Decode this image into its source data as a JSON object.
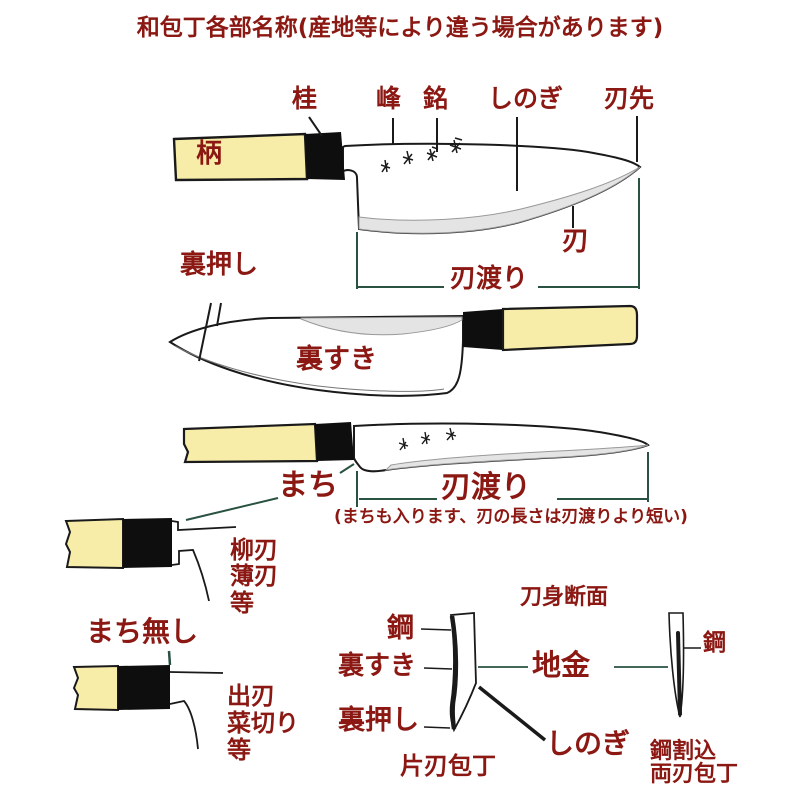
{
  "page": {
    "title": "和包丁各部名称(産地等により違う場合があります)",
    "colors": {
      "label_red": "#8b1812",
      "line_green": "#2a5240",
      "handle_yellow": "#f8eda8",
      "outline_ink": "#1a1a1a",
      "bevel_gray": "#e4e4e4"
    }
  },
  "knife_front": {
    "katsura": "桂",
    "mine": "峰",
    "mei": "銘",
    "shinogi": "しのぎ",
    "hasaki": "刃先",
    "handle": "柄",
    "ha": "刃",
    "hawatari": "刃渡り"
  },
  "knife_back": {
    "uraoshi": "裏押し",
    "urasuki": "裏すき"
  },
  "knife_machi": {
    "machi": "まち",
    "hawatari": "刃渡り",
    "note": "(まちも入ります、刃の長さは刃渡りより短い)"
  },
  "machi_detail": {
    "types": [
      "柳刃",
      "薄刃",
      "等"
    ]
  },
  "no_machi_detail": {
    "label": "まち無し",
    "types": [
      "出刃",
      "菜切り",
      "等"
    ]
  },
  "cross_section": {
    "title": "刀身断面",
    "single": {
      "hagane": "鋼",
      "urasuki": "裏すき",
      "uraoshi": "裏押し",
      "jigane": "地金",
      "shinogi": "しのぎ",
      "caption": "片刃包丁"
    },
    "double": {
      "hagane": "鋼",
      "caption1": "鋼割込",
      "caption2": "両刃包丁"
    }
  }
}
